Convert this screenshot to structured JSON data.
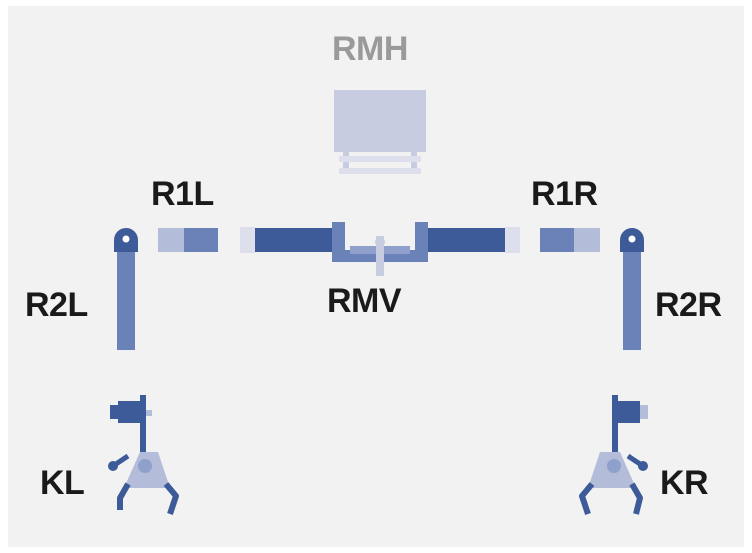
{
  "labels": {
    "rmh": "RMH",
    "r1l": "R1L",
    "r1r": "R1R",
    "rmv": "RMV",
    "r2l": "R2L",
    "r2r": "R2R",
    "kl": "KL",
    "kr": "KR"
  },
  "colors": {
    "background": "#f2f2f2",
    "text_dark": "#1a1a1a",
    "text_faded": "#9a9a9a",
    "part_active": "#3d5a99",
    "part_active_light": "#6b82b8",
    "part_faded": "#c7cce0",
    "part_faded_light": "#dde0ec"
  }
}
